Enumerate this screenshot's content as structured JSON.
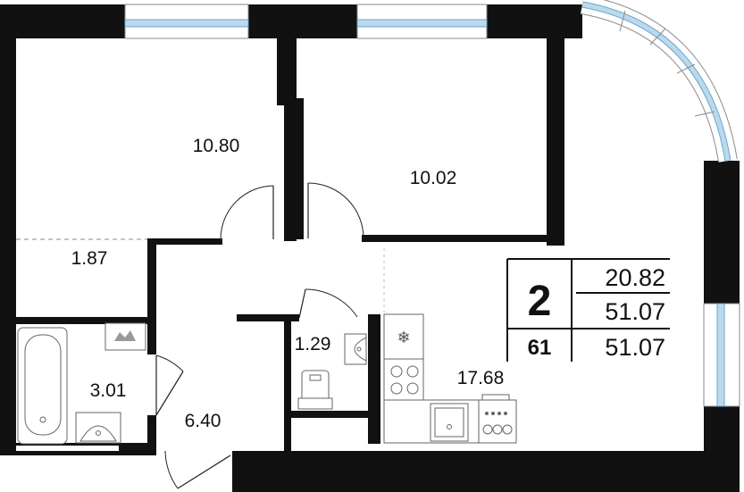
{
  "rooms": {
    "bedroom_1": "10.80",
    "bedroom_2": "10.02",
    "balcony": "1.87",
    "bathroom": "3.01",
    "wc": "1.29",
    "hallway": "6.40",
    "kitchen_living": "17.68"
  },
  "info_card": {
    "room_count": "2",
    "floor": "61",
    "living_area": "20.82",
    "total_area": "51.07",
    "total_area_2": "51.07"
  }
}
